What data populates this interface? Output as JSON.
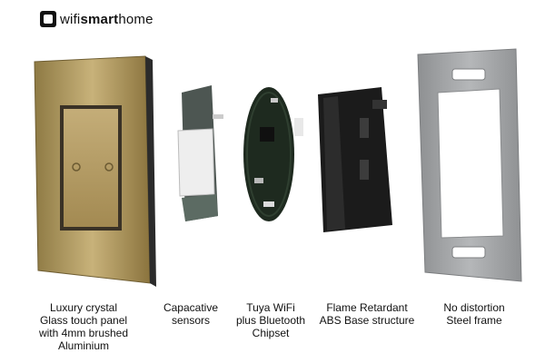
{
  "brand": {
    "name_light": "wifi",
    "name_bold": "smart",
    "name_end": "home"
  },
  "captions": [
    {
      "lines": [
        "Luxury crystal",
        "Glass touch panel",
        "with 4mm brushed",
        "Aluminium"
      ]
    },
    {
      "lines": [
        "Capacative",
        "sensors"
      ]
    },
    {
      "lines": [
        "Tuya WiFi",
        "plus Bluetooth",
        "Chipset"
      ]
    },
    {
      "lines": [
        "Flame Retardant",
        "ABS Base structure"
      ]
    },
    {
      "lines": [
        "No distortion",
        "Steel frame"
      ]
    }
  ],
  "colors": {
    "gold": "#b39a5c",
    "pcb": "#1e2a1f",
    "abs": "#1b1b1b",
    "steel": "#a6a8aa"
  }
}
